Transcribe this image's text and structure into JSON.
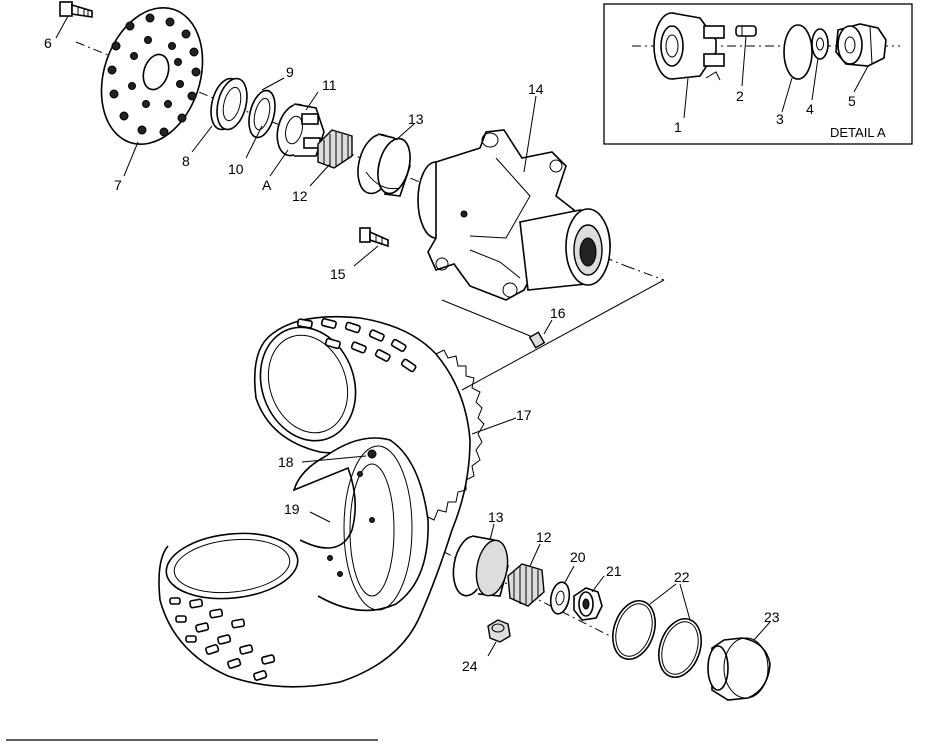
{
  "diagram": {
    "detail_title": "DETAIL A",
    "callouts": {
      "p1": "1",
      "p2": "2",
      "p3": "3",
      "p4": "4",
      "p5": "5",
      "p6": "6",
      "p7": "7",
      "p8": "8",
      "p9": "9",
      "p10": "10",
      "p11": "11",
      "pA": "A",
      "p12": "12",
      "p13": "13",
      "p14": "14",
      "p15": "15",
      "p16": "16",
      "p17": "17",
      "p18": "18",
      "p19": "19",
      "p13b": "13",
      "p12b": "12",
      "p20": "20",
      "p21": "21",
      "p22": "22",
      "p23": "23",
      "p24": "24"
    }
  }
}
